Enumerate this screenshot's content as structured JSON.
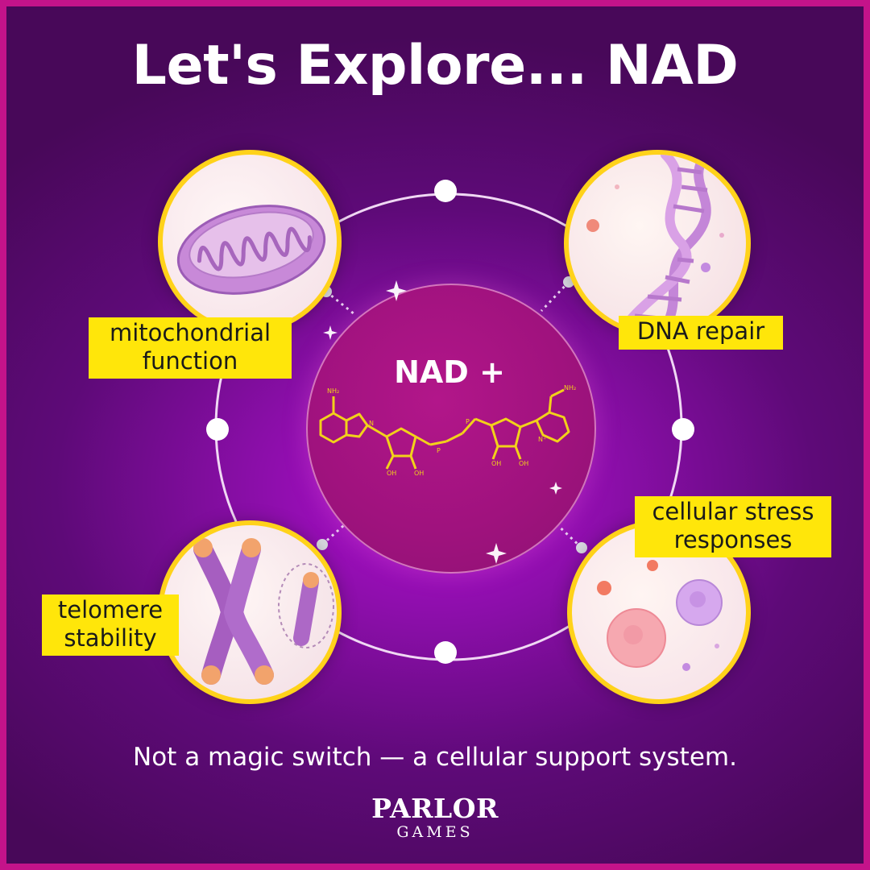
{
  "title": "Let's Explore... NAD",
  "center": {
    "label": "NAD +"
  },
  "benefits": [
    {
      "line1": "mitochondrial",
      "line2": "function"
    },
    {
      "line1": "DNA repair"
    },
    {
      "line1": "telomere",
      "line2": "stability"
    },
    {
      "line1": "cellular stress",
      "line2": "responses"
    }
  ],
  "tagline": "Not a magic switch — a cellular support system.",
  "logo": {
    "top": "PARLOR",
    "bottom": "GAMES"
  },
  "colors": {
    "background": "#7a0c98",
    "frame": "#c4138a",
    "label_bg": "#ffe60a",
    "bubble_border": "#ffd21a",
    "molecule": "#f2d11a",
    "center": "#a0127e"
  }
}
